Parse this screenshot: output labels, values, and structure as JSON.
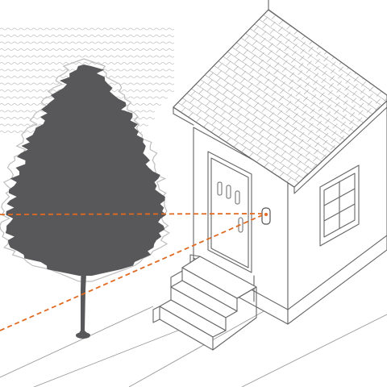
{
  "colors": {
    "background": "#ffffff",
    "outline": "#666666",
    "tree": "#58585a",
    "tree_halo": "#bdbdbd",
    "sensor_beam": "#e06a22",
    "wind_lines": "#c8c8c8"
  },
  "scene": {
    "elements": [
      "tree",
      "house",
      "roof-shingles",
      "front-door",
      "door-sensor",
      "entry-steps",
      "side-window",
      "sidewalk",
      "wind-lines",
      "sensor-beams"
    ],
    "sensor_beams": {
      "count": 2,
      "style": "dashed",
      "origin": "door-sensor"
    },
    "tree": {
      "type": "conifer",
      "silhouette": true
    },
    "house": {
      "window_panes": 6,
      "door_glass_slits": 3,
      "steps": 4
    }
  }
}
